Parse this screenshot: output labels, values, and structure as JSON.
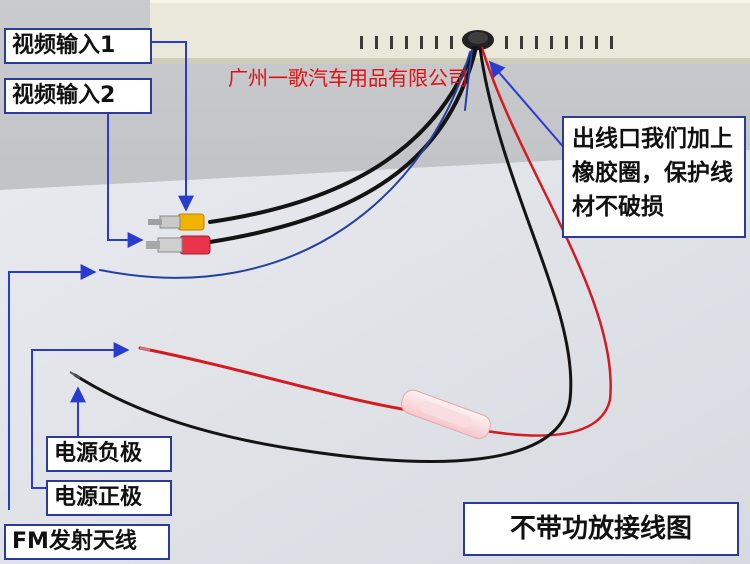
{
  "watermark": "广州一歌汽车用品有限公司",
  "labels": {
    "video_in_1": "视频输入1",
    "video_in_2": "视频输入2",
    "cable_outlet": "出线口我们加上橡胶圈，保护线材不破损",
    "power_negative": "电源负极",
    "power_positive": "电源正极",
    "fm_antenna": "FM发射天线"
  },
  "caption": "不带功放接线图",
  "colors": {
    "arrow": "#2a3bd0",
    "label_border": "#2a3b9a",
    "watermark": "#e01010",
    "wire_red": "#d51a22",
    "wire_black": "#141414",
    "wire_blue": "#2440a0",
    "rca_yellow": "#f0b400",
    "rca_red": "#e8334a"
  }
}
